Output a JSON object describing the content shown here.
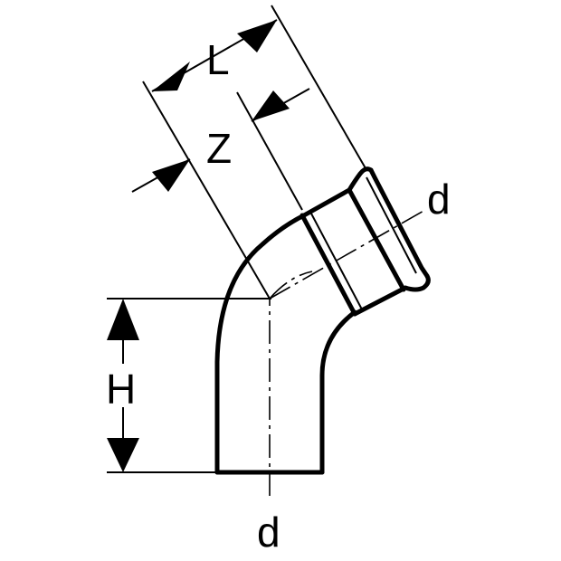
{
  "labels": {
    "length": "L",
    "center_length": "Z",
    "height": "H",
    "diameter_outlet": "d",
    "diameter_inlet": "d"
  },
  "colors": {
    "line": "#000000",
    "background": "#ffffff"
  }
}
